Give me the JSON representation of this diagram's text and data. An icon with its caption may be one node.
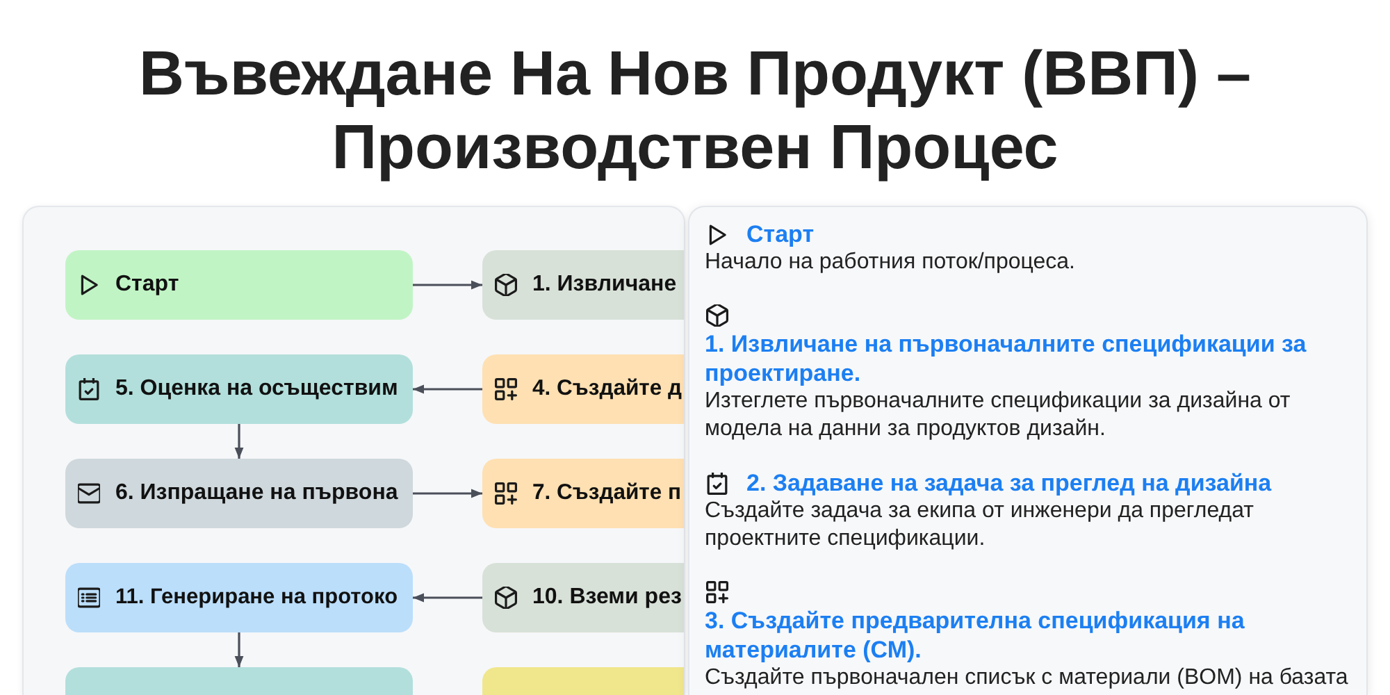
{
  "diagram": {
    "title": "Въвеждане На Нов Продукт (ВВП) – Производствен Процес",
    "nodes": [
      {
        "text": [
          "Старт"
        ]
      },
      {
        "text": [
          "1. Извличане"
        ]
      },
      {
        "text": [
          "5. Оценка на осъществим"
        ]
      },
      {
        "text": [
          "4. Създайте д"
        ]
      },
      {
        "text": [
          "6. Изпращане на първона"
        ]
      },
      {
        "text": [
          "7. Създайте п"
        ]
      },
      {
        "text": [
          "11. Генериране на протоко"
        ]
      },
      {
        "text": [
          "10. Вземи рез"
        ]
      },
      {
        "text": [],
        "shape": "box"
      },
      {
        "text": [],
        "shape": "box"
      },
      {
        "text": [
          "Старт",
          "Начало на работния поток/процеса.",
          "1. Извличане на първоначалните спецификации за проектиране.",
          "Изтеглете първоначалните спецификации за дизайна от модела на данни за продуктов дизайн.",
          "2. Задаване на задача за преглед на дизайна",
          "Създайте задача за екипа от инженери да прегледат проектните спецификации.",
          "3. Създайте предварителна спецификация на материалите (СМ).",
          "Създайте първоначален списък с материали (BOM) на базата"
        ]
      }
    ],
    "edges": [
      {
        "from": 0,
        "to": 1,
        "arrow": "to"
      },
      {
        "from": 3,
        "to": 2,
        "arrow": "to"
      },
      {
        "from": 2,
        "to": 4,
        "arrow": "to"
      },
      {
        "from": 4,
        "to": 5,
        "arrow": "to"
      },
      {
        "from": 7,
        "to": 6,
        "arrow": "to"
      },
      {
        "from": 6,
        "to": 8,
        "arrow": "to"
      }
    ]
  }
}
